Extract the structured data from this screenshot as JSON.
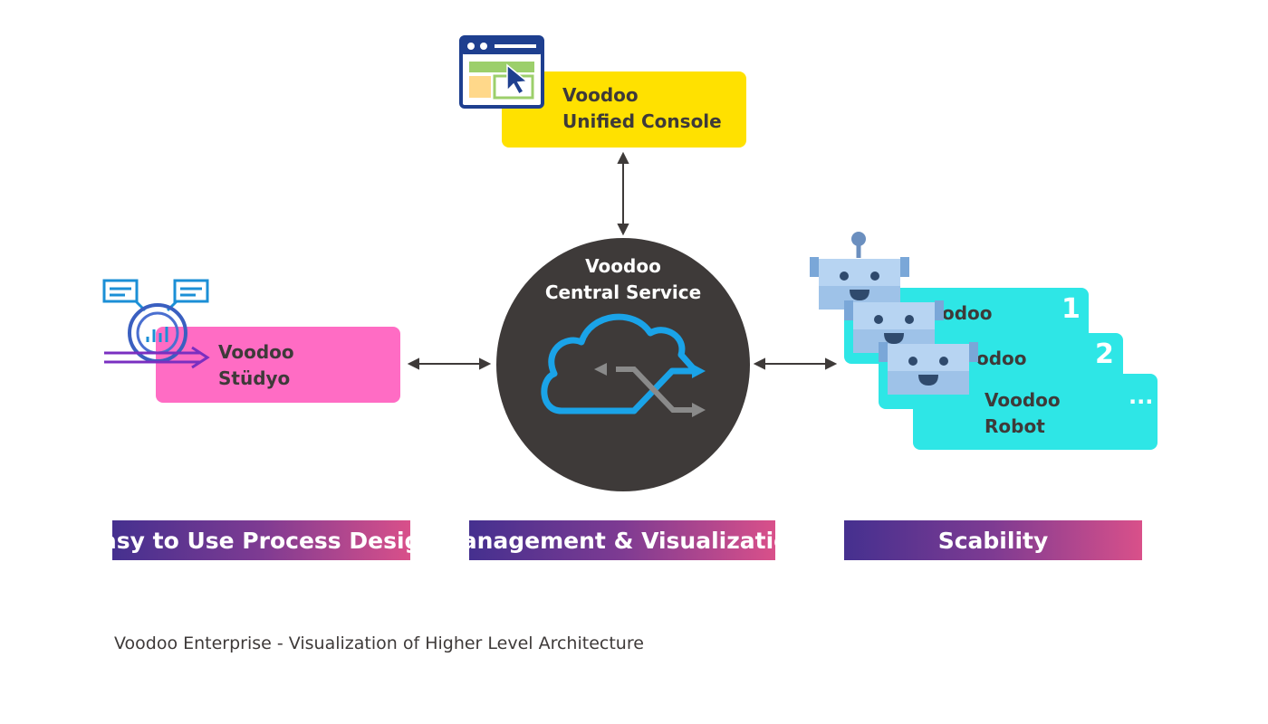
{
  "console": {
    "line1": "Voodoo",
    "line2": "Unified Console"
  },
  "studio": {
    "line1": "Voodoo",
    "line2": "Stüdyo"
  },
  "central": {
    "line1": "Voodoo",
    "line2": "Central Service"
  },
  "robots": {
    "box1_text": "odoo",
    "box1_number": "1",
    "box2_text": "odoo",
    "box2_number": "2",
    "box3_line1": "Voodoo",
    "box3_line2": "Robot",
    "box3_number": "..."
  },
  "banners": {
    "left": "Easy to Use Process Design",
    "center": "Management & Visualization",
    "right": "Scability"
  },
  "caption": "Voodoo Enterprise - Visualization of Higher Level Architecture",
  "colors": {
    "console": "#ffe100",
    "studio": "#ff6cc4",
    "robot": "#2ee6e6",
    "central": "#3e3a39",
    "cloud": "#1aa3e8",
    "banner_start": "#45308f",
    "banner_end": "#d9508a"
  },
  "icons": {
    "console": "browser-window-cursor-icon",
    "studio": "process-flow-icon",
    "central": "cloud-shuffle-icon",
    "robot": "robot-head-icon"
  }
}
